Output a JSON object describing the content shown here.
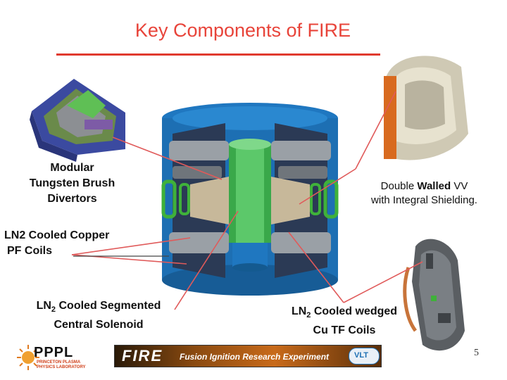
{
  "title": "Key Components of FIRE",
  "labels": {
    "divertors": [
      "Modular",
      "Tungsten Brush",
      "Divertors"
    ],
    "pf_coils": [
      "LN2 Cooled Copper",
      "PF Coils"
    ],
    "solenoid_line1_prefix": "LN",
    "solenoid_line1_sub": "2",
    "solenoid_line1_rest": " Cooled Segmented",
    "solenoid_line2": "Central Solenoid",
    "vv_line1_a": "Double ",
    "vv_line1_b": "Walled",
    "vv_line1_c": " VV",
    "vv_line2": "with Integral Shielding.",
    "tf_line1_prefix": "LN",
    "tf_line1_sub": "2",
    "tf_line1_rest": " Cooled wedged",
    "tf_line2": "Cu TF Coils"
  },
  "footer": {
    "pppl_logo": "PPPL",
    "pppl_sub": [
      "PRINCETON PLASMA",
      "PHYSICS LABORATORY"
    ],
    "banner_main": "FIRE",
    "banner_sub": "Fusion Ignition Research Experiment",
    "vlt_logo": "VLT",
    "page_number": "5"
  },
  "colors": {
    "title": "#e8443a",
    "rule": "#e03a2e",
    "leader": "#e05a5a",
    "vessel_blue": "#1d6fb3",
    "coil_green": "#3fb13a",
    "copper": "#c8743a"
  }
}
